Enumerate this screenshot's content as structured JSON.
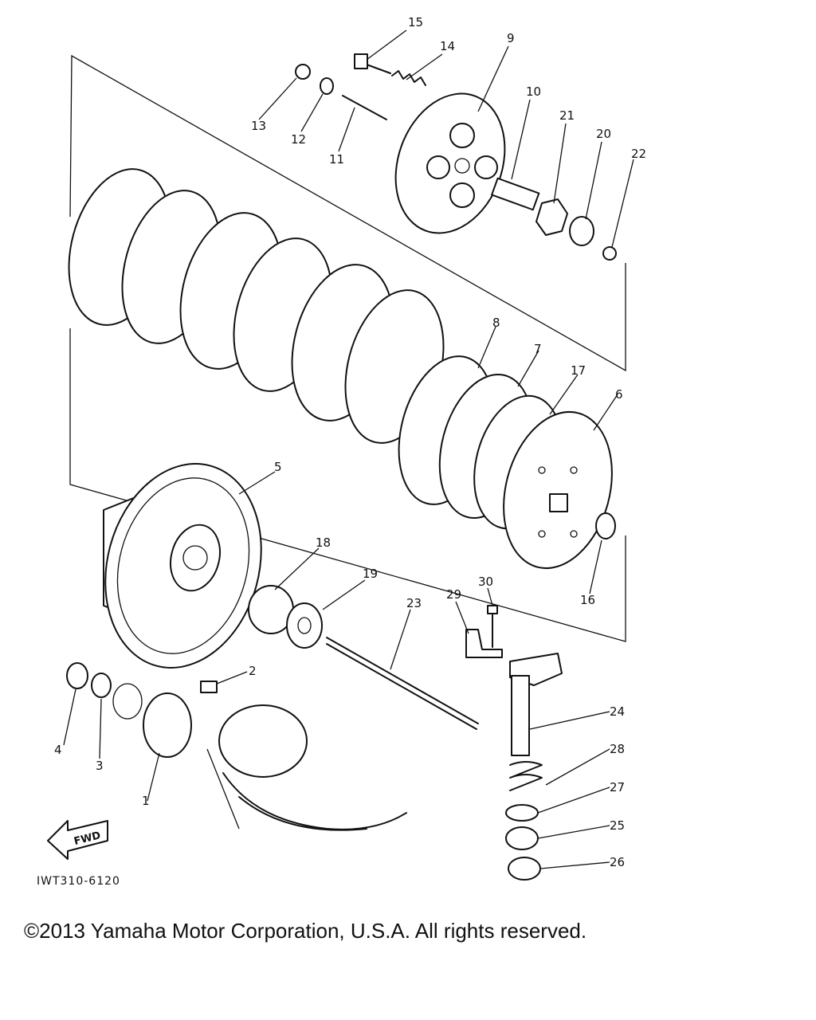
{
  "diagram": {
    "drawing_id": "IWT310-6120",
    "fwd_label": "FWD",
    "callouts": [
      "15",
      "14",
      "9",
      "13",
      "12",
      "11",
      "10",
      "21",
      "20",
      "22",
      "8",
      "7",
      "17",
      "6",
      "5",
      "18",
      "19",
      "23",
      "29",
      "30",
      "16",
      "2",
      "24",
      "28",
      "4",
      "3",
      "1",
      "27",
      "25",
      "26"
    ]
  },
  "footer": {
    "copyright": "©2013 Yamaha Motor Corporation, U.S.A. All rights reserved."
  }
}
